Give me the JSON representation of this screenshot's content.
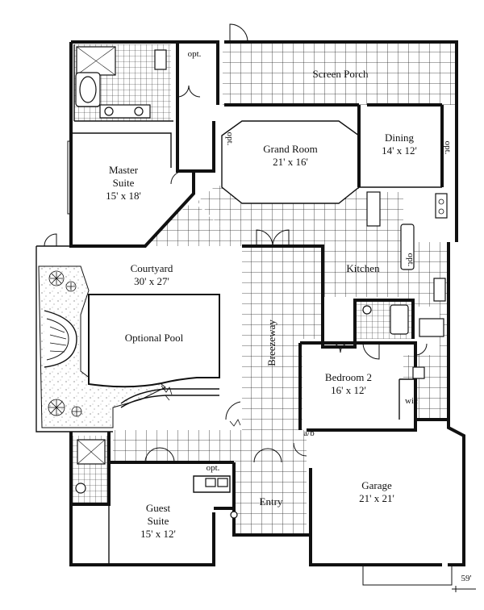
{
  "rooms": {
    "screen_porch": {
      "name": "Screen Porch"
    },
    "grand_room": {
      "name": "Grand Room",
      "size": "21' x 16'"
    },
    "dining": {
      "name": "Dining",
      "size": "14' x 12'"
    },
    "master_suite": {
      "line1": "Master",
      "line2": "Suite",
      "size": "15' x 18'"
    },
    "courtyard": {
      "name": "Courtyard",
      "size": "30' x 27'"
    },
    "pool": {
      "name": "Optional Pool"
    },
    "kitchen": {
      "name": "Kitchen"
    },
    "breezeway": {
      "name": "Breezeway"
    },
    "bedroom2": {
      "name": "Bedroom 2",
      "size": "16' x 12'"
    },
    "wic": {
      "name": "wic"
    },
    "ab": {
      "name": "a/b"
    },
    "garage": {
      "name": "Garage",
      "size": "21' x 21'"
    },
    "guest_suite": {
      "line1": "Guest",
      "line2": "Suite",
      "size": "15' x 12'"
    },
    "entry": {
      "name": "Entry"
    }
  },
  "opt_labels": {
    "top": "opt.",
    "side": "opt.",
    "dining": "opt.",
    "kitchen": "opt.",
    "guest": "opt."
  },
  "overall_width": "59'"
}
